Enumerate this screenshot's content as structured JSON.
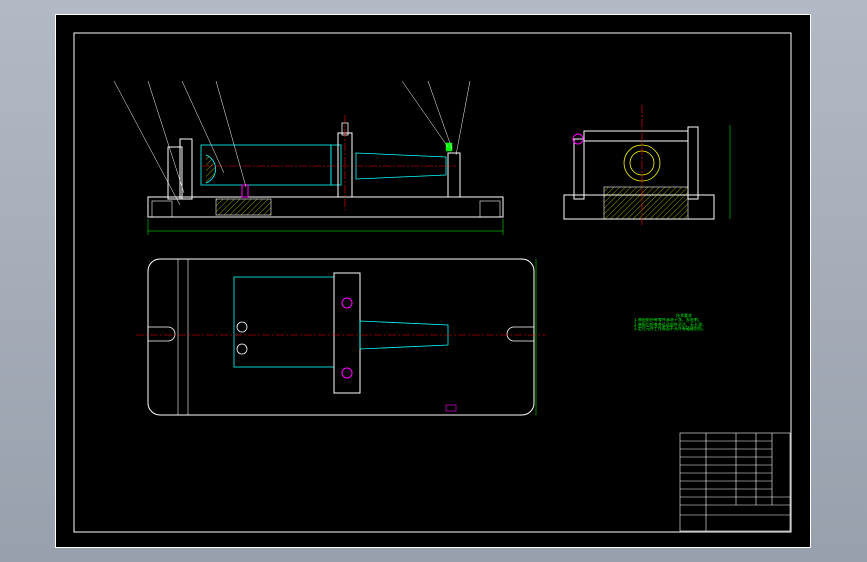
{
  "drawing": {
    "type": "CAD fixture assembly drawing",
    "colors": {
      "background": "#000000",
      "border": "#ffffff",
      "outline": "#ffffff",
      "dimension": "#00ff00",
      "hidden": "#00ffff",
      "centerline": "#ff0000",
      "highlight": "#ff00ff",
      "hatch": "#ffff00"
    },
    "technical_requirements": {
      "title": "技术要求",
      "lines": [
        "1.装配前所有零件清洗干净，去毛刺；",
        "2.装配后检查各运动部件灵活，无卡滞；",
        "3.定位元件工作表面不允许有磕碰划伤。"
      ]
    }
  }
}
